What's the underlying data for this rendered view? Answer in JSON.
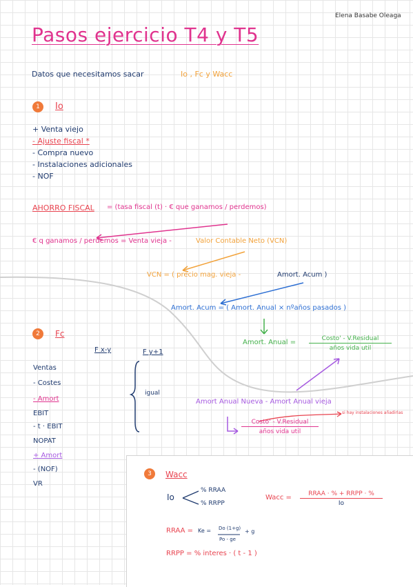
{
  "author": "Elena Basabe Oleaga",
  "title": "Pasos ejercicio T4 y T5",
  "intro": {
    "text": "Datos que necesitamos sacar",
    "targets": "Io , Fc y Wacc"
  },
  "section1": {
    "number": "1",
    "heading": "Io",
    "items": [
      "+ Venta viejo",
      "- Ajuste fiscal *",
      "- Compra nuevo",
      "- Instalaciones adicionales",
      "- NOF"
    ]
  },
  "ahorro_fiscal": {
    "label": "AHORRO FISCAL",
    "formula": "= (tasa fiscal (t) · € que ganamos / perdemos)"
  },
  "ganancias": {
    "left": "€ q ganamos / perdemos = Venta vieja -",
    "right": "Valor Contable Neto (VCN)"
  },
  "vcn": {
    "left": "VCN = ( precio mag. vieja -",
    "right": "Amort. Acum )"
  },
  "amort_acum": {
    "text": "Amort. Acum = ( Amort. Anual × nºaños pasados )"
  },
  "amort_anual": {
    "label": "Amort. Anual =",
    "numerator": "Costo' - V.Residual",
    "denominator": "años vida util"
  },
  "section2": {
    "number": "2",
    "heading": "Fc",
    "col1": "F x-y",
    "col2": "F y+1",
    "igual": "igual",
    "rows": [
      "Ventas",
      "- Costes",
      "- Amort",
      "EBIT",
      "- t · EBIT",
      "NOPAT",
      "+ Amort",
      "- (NOF)",
      "VR"
    ]
  },
  "amort_nueva": {
    "text": "Amort Anual Nueva - Amort Anual vieja",
    "numerator": "Costo' - V.Residual",
    "denominator": "años vida util",
    "note": "si hay instalaciones añadirlas"
  },
  "section3": {
    "number": "3",
    "heading": "Wacc",
    "io": "Io",
    "branch1": "% RRAA",
    "branch2": "% RRPP",
    "wacc_label": "Wacc =",
    "wacc_numerator": "RRAA · % + RRPP · %",
    "wacc_denominator": "Io",
    "rraa_label": "RRAA =",
    "ke": "Ke =",
    "ke_numerator": "Do (1+g)",
    "ke_denominator": "Po - ge",
    "ke_plus": "+ g",
    "rrpp": "RRPP = % interes · ( t - 1 )"
  }
}
